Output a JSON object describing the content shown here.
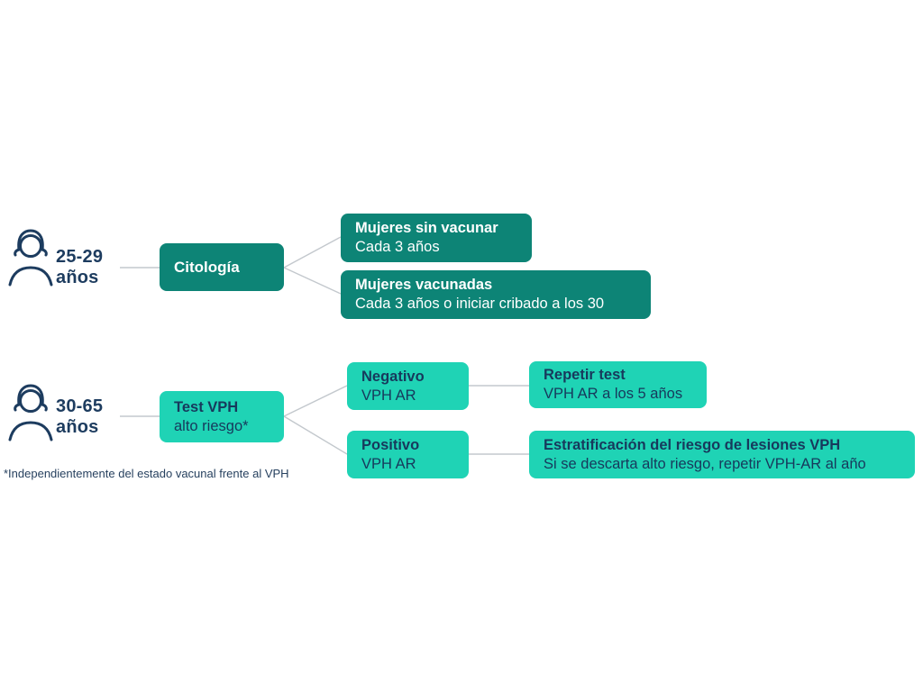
{
  "colors": {
    "dark_teal": "#0d8476",
    "turquoise": "#1fd3b5",
    "navy_text": "#1d3c5f",
    "connector_gray": "#c3c8cd",
    "background": "#ffffff"
  },
  "row_25_29": {
    "age_line1": "25-29",
    "age_line2": "años",
    "root_box": {
      "title": "Citología"
    },
    "branch_unvaccinated": {
      "title": "Mujeres sin vacunar",
      "subtitle": "Cada 3 años"
    },
    "branch_vaccinated": {
      "title": "Mujeres vacunadas",
      "subtitle": "Cada 3 años o iniciar cribado a los 30"
    }
  },
  "row_30_65": {
    "age_line1": "30-65",
    "age_line2": "años",
    "root_box": {
      "title": "Test VPH",
      "subtitle": "alto riesgo*"
    },
    "branch_negative": {
      "title": "Negativo",
      "subtitle": "VPH AR"
    },
    "branch_positive": {
      "title": "Positivo",
      "subtitle": "VPH AR"
    },
    "result_negative": {
      "title": "Repetir test",
      "subtitle": "VPH AR a los 5 años"
    },
    "result_positive": {
      "title": "Estratificación del riesgo de lesiones VPH",
      "subtitle": "Si se descarta alto riesgo, repetir VPH-AR al año"
    }
  },
  "footnote": "*Independientemente del estado vacunal frente al VPH"
}
